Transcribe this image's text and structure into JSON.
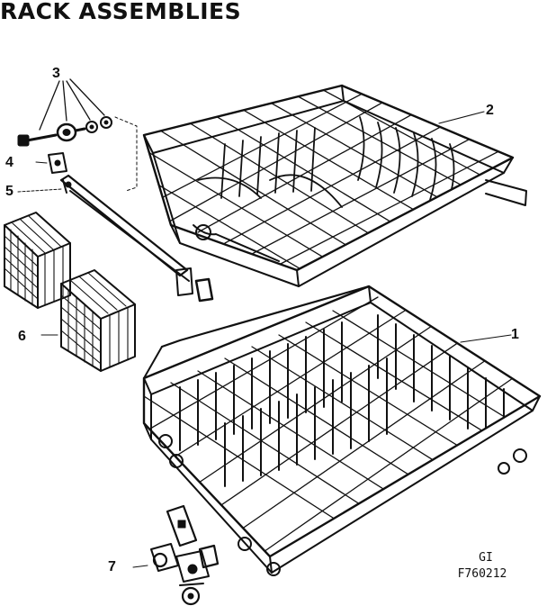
{
  "title": "RACK ASSEMBLIES",
  "callouts": [
    {
      "id": "3",
      "label": "3"
    },
    {
      "id": "4",
      "label": "4"
    },
    {
      "id": "5",
      "label": "5"
    },
    {
      "id": "2",
      "label": "2"
    },
    {
      "id": "6",
      "label": "6"
    },
    {
      "id": "1",
      "label": "1"
    },
    {
      "id": "7",
      "label": "7"
    }
  ],
  "drawing_code": {
    "line1": "GI",
    "line2": "F760212"
  },
  "colors": {
    "ink": "#111111",
    "paper": "#ffffff"
  }
}
